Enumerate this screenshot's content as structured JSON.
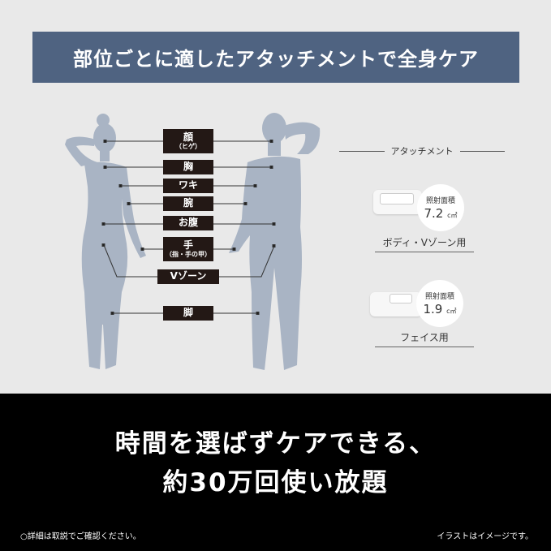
{
  "banner": {
    "title": "部位ごとに適したアタッチメントで全身ケア",
    "color": "#4f6381"
  },
  "body_parts": [
    {
      "label": "顔",
      "sub": "（ヒゲ）"
    },
    {
      "label": "胸",
      "sub": ""
    },
    {
      "label": "ワキ",
      "sub": ""
    },
    {
      "label": "腕",
      "sub": ""
    },
    {
      "label": "お腹",
      "sub": ""
    },
    {
      "label": "手",
      "sub": "（指・手の甲）"
    },
    {
      "label": "Vゾーン",
      "sub": ""
    },
    {
      "label": "脚",
      "sub": ""
    }
  ],
  "attachments": {
    "heading": "アタッチメント",
    "items": [
      {
        "area_label": "照射面積",
        "area_value": "7.2",
        "unit": "c㎡",
        "name": "ボディ・Vゾーン用"
      },
      {
        "area_label": "照射面積",
        "area_value": "1.9",
        "unit": "c㎡",
        "name": "フェイス用"
      }
    ]
  },
  "slogan": {
    "line1": "時間を選ばずケアできる、",
    "line2": "約30万回使い放題"
  },
  "notes": {
    "left": "○詳細は取説でご確認ください。",
    "right": "イラストはイメージです。"
  },
  "colors": {
    "figure": "#a9b4c4",
    "label_bg": "#231815",
    "bottom_bg": "#000000"
  }
}
